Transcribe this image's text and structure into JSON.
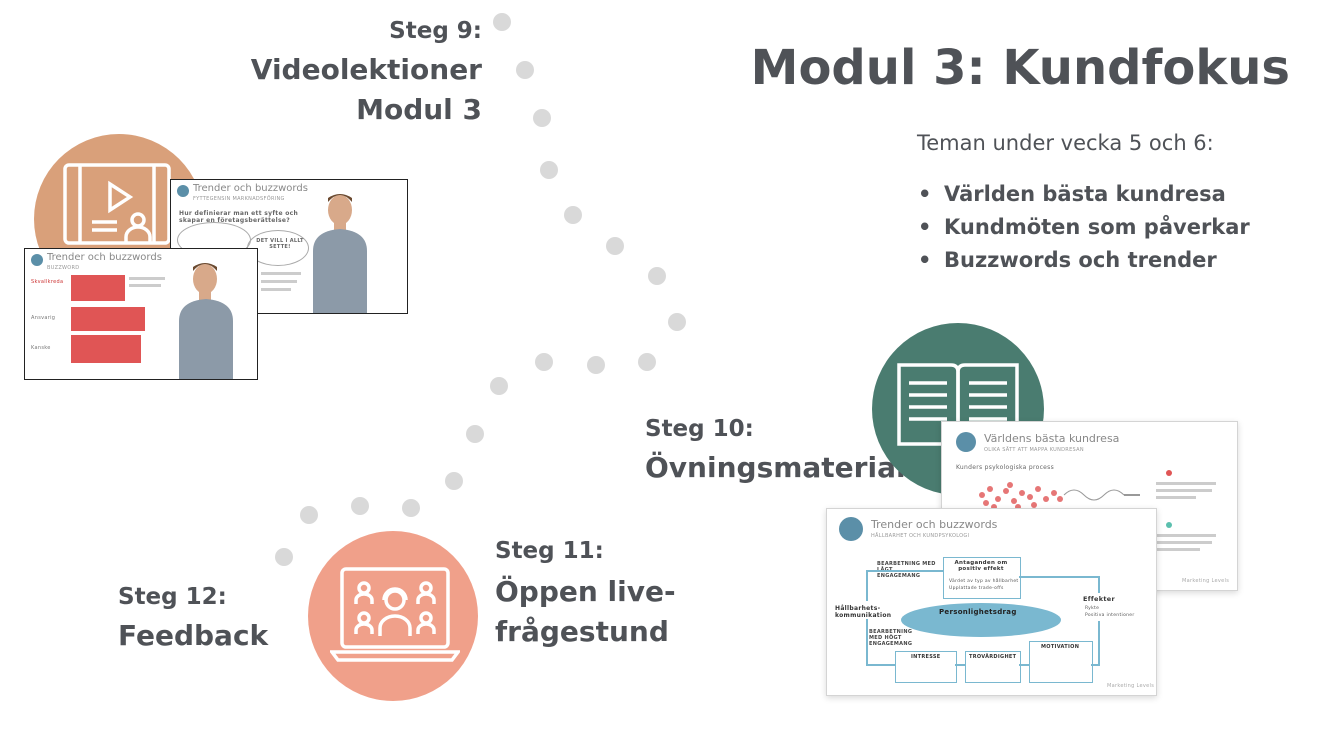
{
  "header": {
    "title": "Modul 3: Kundfokus",
    "subtitle": "Teman under vecka 5 och 6:",
    "topics": [
      "Världen bästa kundresa",
      "Kundmöten som påverkar",
      "Buzzwords och trender"
    ]
  },
  "steps": {
    "step9": {
      "label": "Steg 9:",
      "line1": "Videolektioner",
      "line2": "Modul 3"
    },
    "step10": {
      "label": "Steg 10:",
      "line1": "Övningsmaterial"
    },
    "step11": {
      "label": "Steg 11:",
      "line1": "Öppen live-",
      "line2": "frågestund"
    },
    "step12": {
      "label": "Steg 12:",
      "line1": "Feedback"
    }
  },
  "slides": {
    "video_back": {
      "title": "Trender och buzzwords",
      "subtitle": "FYTTEGENSIN MARKNADSFÖRING",
      "question": "Hur definierar man ett syfte och skapar en företagsberättelse?",
      "bubble": "DET VILL I ALLT SETTE!"
    },
    "video_front": {
      "title": "Trender och buzzwords",
      "subtitle": "BUZZWORD",
      "labels": [
        "Skvallkreda",
        "Ansvarig",
        "Kanske"
      ]
    },
    "exercise_back": {
      "title": "Världens bästa kundresa",
      "subtitle": "OLIKA SÄTT ATT MAPPA KUNDRESAN",
      "label": "Kunders psykologiska process",
      "footer": "Marketing Levels"
    },
    "exercise_front": {
      "title": "Trender och buzzwords",
      "subtitle": "HÅLLBARHET OCH KUNDPSYKOLOGI",
      "top_label": "BEARBETNING MED LÅGT ENGAGEMANG",
      "box_top": "Antaganden om positiv effekt",
      "box_top_items": [
        "Värdet av typ av hållbarhet",
        "Upplattade trade-offs"
      ],
      "left_label": "Hållbarhets-kommunikation",
      "center": "Personlighetsdrag",
      "effects_title": "Effekter",
      "effects_items": [
        "Rykte",
        "Positiva intentioner"
      ],
      "bottom_label": "BEARBETNING MED HÖGT ENGAGEMANG",
      "box1": "INTRESSE",
      "box2": "TROVÄRDIGHET",
      "box3": "MOTIVATION",
      "footer": "Marketing Levels"
    }
  },
  "colors": {
    "text": "#4f5257",
    "video_circle": "#d9a07a",
    "exercise_circle": "#4a7c70",
    "live_circle": "#f0a08a",
    "dots": "#d9d9d9"
  },
  "icons": {
    "video": "video-lesson-icon",
    "exercise": "open-book-icon",
    "live": "video-meeting-icon"
  }
}
